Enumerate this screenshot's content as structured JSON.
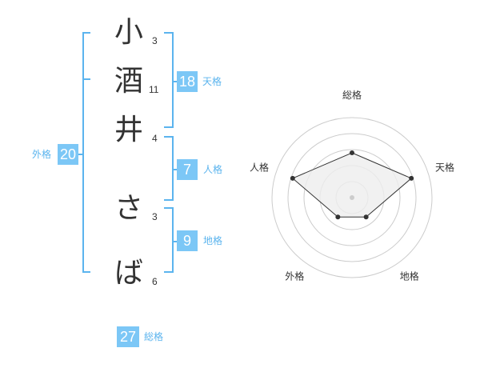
{
  "name": {
    "chars": [
      {
        "char": "小",
        "strokes": "3"
      },
      {
        "char": "酒",
        "strokes": "11"
      },
      {
        "char": "井",
        "strokes": "4"
      },
      {
        "char": "さ",
        "strokes": "3"
      },
      {
        "char": "ば",
        "strokes": "6"
      }
    ]
  },
  "kaku": {
    "tenkaku": {
      "value": "18",
      "label": "天格"
    },
    "jinkaku": {
      "value": "7",
      "label": "人格"
    },
    "chikaku": {
      "value": "9",
      "label": "地格"
    },
    "gaikaku": {
      "value": "20",
      "label": "外格"
    },
    "soukaku": {
      "value": "27",
      "label": "総格"
    }
  },
  "chart_data": {
    "type": "radar",
    "axes": [
      "総格",
      "天格",
      "地格",
      "外格",
      "人格"
    ],
    "values": [
      2.8,
      3.9,
      1.5,
      1.5,
      3.9
    ],
    "range": [
      0,
      5
    ],
    "rings": 5,
    "colors": {
      "fill": "#eeeeee",
      "stroke": "#333333",
      "grid": "#cccccc",
      "point": "#333333"
    }
  }
}
